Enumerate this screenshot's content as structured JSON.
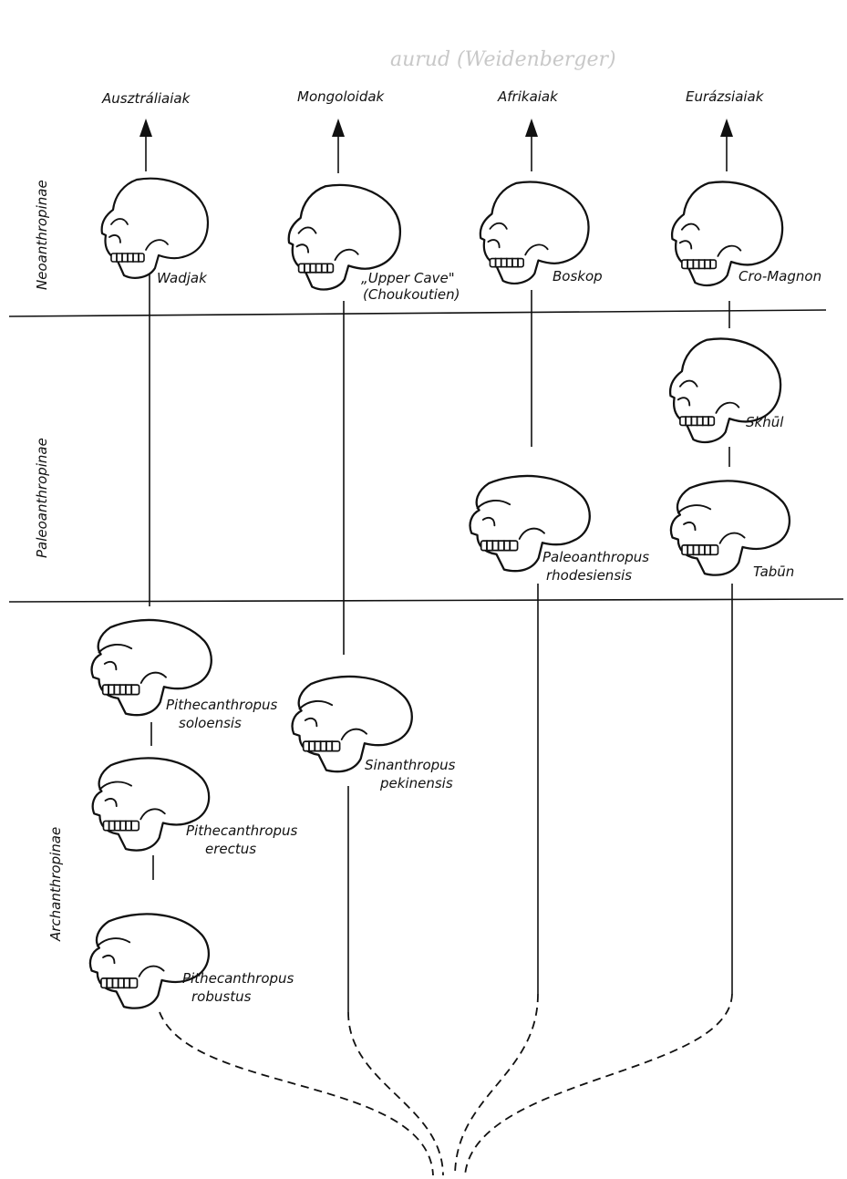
{
  "handwritten_note": "aurud (Weidenberger)",
  "groups": [
    {
      "id": "australiaiak",
      "label": "Ausztráliaiak"
    },
    {
      "id": "mongoloidak",
      "label": "Mongoloidak"
    },
    {
      "id": "afrikaiak",
      "label": "Afrikaiak"
    },
    {
      "id": "eurazsiaiak",
      "label": "Eurázsiaiak"
    }
  ],
  "zones": [
    {
      "id": "neoanthropinae",
      "label": "Neoanthropinae"
    },
    {
      "id": "paleoanthropinae",
      "label": "Paleoanthropinae"
    },
    {
      "id": "archanthropinae",
      "label": "Archanthropinae"
    }
  ],
  "specimens": [
    {
      "id": "wadjak",
      "lines": [
        "Wadjak"
      ]
    },
    {
      "id": "upper-cave",
      "lines": [
        "„Upper Cave\"",
        "(Choukoutien)"
      ]
    },
    {
      "id": "boskop",
      "lines": [
        "Boskop"
      ]
    },
    {
      "id": "cro-magnon",
      "lines": [
        "Cro-Magnon"
      ]
    },
    {
      "id": "skhul",
      "lines": [
        "Skhūl"
      ]
    },
    {
      "id": "tabun",
      "lines": [
        "Tabūn"
      ]
    },
    {
      "id": "rhodesiensis",
      "lines": [
        "Paleoanthropus",
        "rhodesiensis"
      ]
    },
    {
      "id": "soloensis",
      "lines": [
        "Pithecanthropus",
        "soloensis"
      ]
    },
    {
      "id": "pekinensis",
      "lines": [
        "Sinanthropus",
        "pekinensis"
      ]
    },
    {
      "id": "erectus",
      "lines": [
        "Pithecanthropus",
        "erectus"
      ]
    },
    {
      "id": "robustus",
      "lines": [
        "Pithecanthropus",
        "robustus"
      ]
    }
  ]
}
